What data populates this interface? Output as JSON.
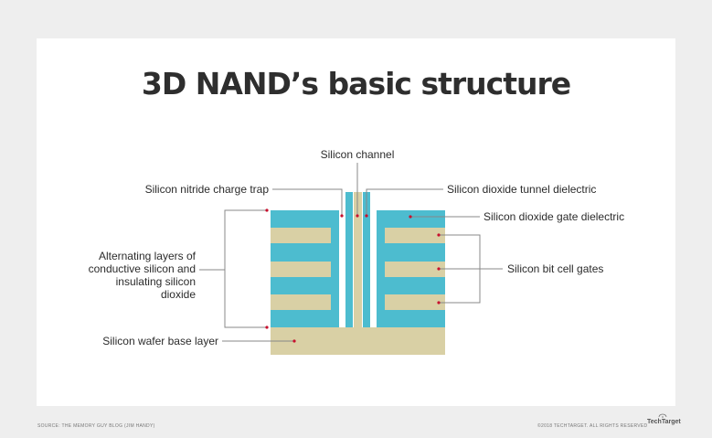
{
  "title": "3D NAND’s basic structure",
  "labels": {
    "silicon_channel": "Silicon channel",
    "nitride_charge_trap": "Silicon nitride charge trap",
    "tunnel_dielectric": "Silicon dioxide tunnel dielectric",
    "gate_dielectric": "Silicon dioxide gate dielectric",
    "alternating_layers": "Alternating layers of\nconductive silicon and\ninsulating silicon\ndioxide",
    "bit_cell_gates": "Silicon bit cell gates",
    "wafer_base": "Silicon wafer base layer"
  },
  "footer": {
    "source": "SOURCE: THE MEMORY GUY BLOG (JIM HANDY)",
    "copyright": "©2018 TECHTARGET. ALL RIGHTS RESERVED",
    "logo": "TechTarget"
  },
  "colors": {
    "oxide": "#4dbccf",
    "silicon": "#d9d0a5",
    "marker": "#c8102e",
    "leader": "#888888",
    "background": "#eeeeee"
  }
}
